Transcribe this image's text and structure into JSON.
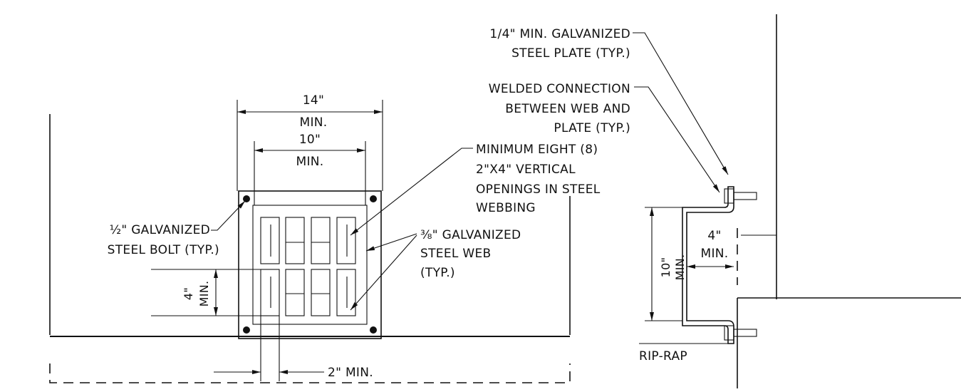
{
  "front_view": {
    "dim_outer_value": "14\"",
    "dim_outer_min": "MIN.",
    "dim_inner_value": "10\"",
    "dim_inner_min": "MIN.",
    "dim_vertical_value": "4\"",
    "dim_vertical_min": "MIN.",
    "dim_gap": "2\" MIN.",
    "bolt_note": [
      "½\" GALVANIZED",
      "STEEL BOLT (TYP.)"
    ],
    "web_note": [
      "⅜\" GALVANIZED",
      "STEEL WEB",
      "(TYP.)"
    ],
    "openings_note": [
      "MINIMUM EIGHT (8)",
      "2\"X4\" VERTICAL",
      "OPENINGS IN STEEL",
      "WEBBING"
    ]
  },
  "side_view": {
    "plate_note": [
      "1/4\" MIN. GALVANIZED",
      "STEEL PLATE (TYP.)"
    ],
    "weld_note": [
      "WELDED CONNECTION",
      "BETWEEN WEB AND",
      "PLATE (TYP.)"
    ],
    "dim_height_value": "10\"",
    "dim_height_min": "MIN.",
    "dim_depth_value": "4\"",
    "dim_depth_min": "MIN.",
    "riprap_label": "RIP-RAP"
  }
}
